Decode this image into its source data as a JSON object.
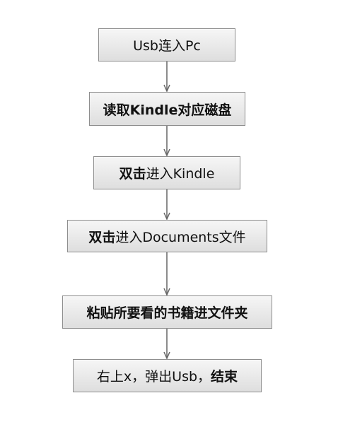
{
  "flowchart": {
    "steps": [
      {
        "plain": "Usb连入Pc"
      },
      {
        "bold": "读取Kindle对应磁盘"
      },
      {
        "bold": "双击",
        "plain": "进入Kindle"
      },
      {
        "bold": "双击",
        "plain": "进入Documents文件"
      },
      {
        "bold": "粘贴所要看的书籍进文件夹"
      },
      {
        "plain": "右上x，弹出Usb，",
        "bold": "结束"
      }
    ]
  },
  "colors": {
    "node_border": "#8e8e8e",
    "node_fill_top": "#f6f6f6",
    "node_fill_bottom": "#dedede",
    "arrow": "#666666",
    "text": "#111111"
  }
}
